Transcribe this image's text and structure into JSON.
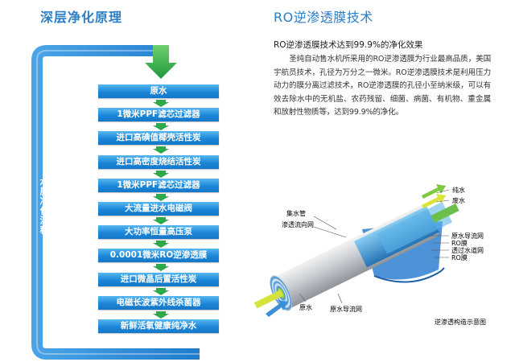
{
  "left_title": "深层净化原理",
  "flow_label": "水质净化流程",
  "steps": [
    "原水",
    "1微米PPF滤芯过滤器",
    "进口高碘值椰壳活性炭",
    "进口高密度烧结活性炭",
    "1微米PPF滤芯过滤器",
    "大流量进水电磁阀",
    "大功率恒量高压泵",
    "0.0001微米RO逆渗透膜",
    "进口微晶后置活性炭",
    "电磁长波紫外线杀菌器",
    "新鲜活氧健康纯净水"
  ],
  "right_title": "RO逆渗透膜技术",
  "subtitle": "RO逆渗透膜技术达到99.9%的净化效果",
  "paragraph": "圣纯自动售水机所采用的RO逆渗透膜为行业最高品质，美国宇航员技术，孔径为万分之一微米。RO逆渗透膜技术是利用压力动力的膜分离过滤技术，RO逆渗透膜的孔径小至纳米级，可以有效去除水中的无机盐、农药残留、细菌、病菌、有机物、重金属和放射性物质等，达到99.9%的净化。",
  "membrane_labels": {
    "pure_water": "纯水",
    "waste_water": "废水",
    "collector_tube": "集水管",
    "permeate_flow": "渗透流向网",
    "raw_guide_right": "原水导流网",
    "ro_membrane_1": "RO膜",
    "permeate_net": "透过水道网",
    "ro_membrane_2": "RO膜",
    "raw_water": "原水",
    "raw_guide_bottom": "原水导流网",
    "caption": "逆渗透构造示意图"
  },
  "colors": {
    "accent": "#2a7ec8",
    "frame": "#2f88d6",
    "arrow_green": "#2fa84a",
    "step_blue": "#1c86d8"
  }
}
